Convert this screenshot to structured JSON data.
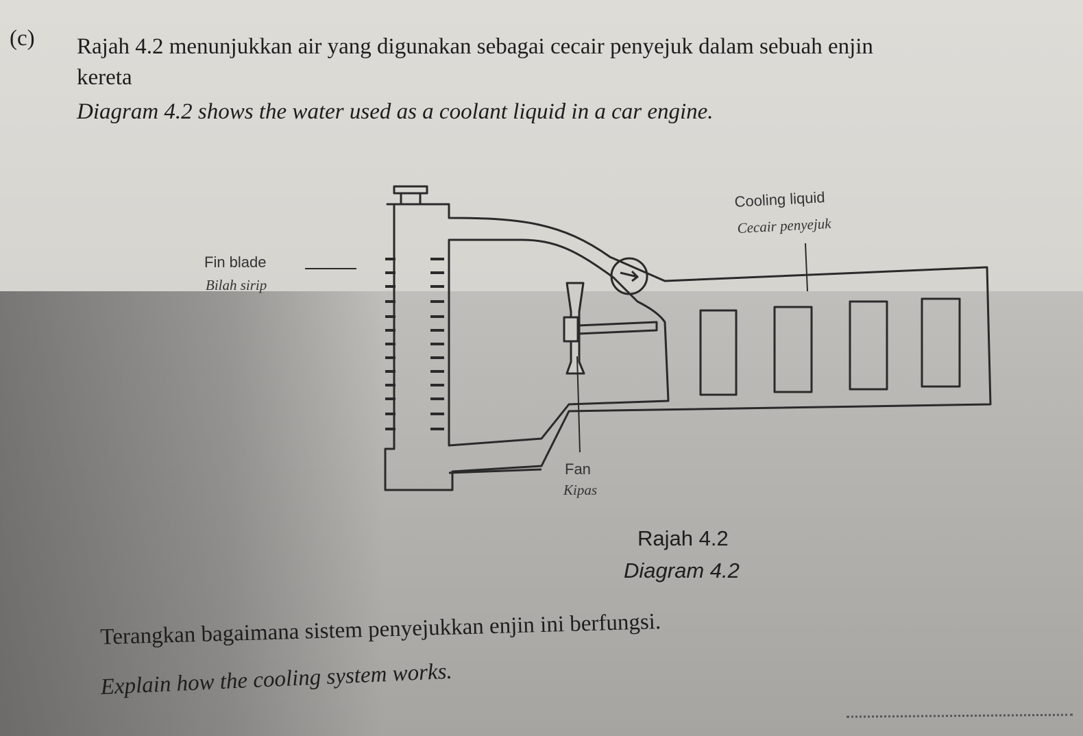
{
  "question": {
    "label": "(c)",
    "intro_ms_line1": "Rajah 4.2 menunjukkan air yang digunakan sebagai cecair penyejuk dalam sebuah enjin",
    "intro_ms_line2": "kereta",
    "intro_en": "Diagram 4.2 shows the water used as a coolant liquid in a car engine."
  },
  "diagram": {
    "labels": {
      "cooling_liquid_en": "Cooling liquid",
      "cooling_liquid_ms": "Cecair penyejuk",
      "fin_blade_en": "Fin blade",
      "fin_blade_ms": "Bilah sirip",
      "fan_en": "Fan",
      "fan_ms": "Kipas"
    },
    "caption_ms": "Rajah 4.2",
    "caption_en": "Diagram 4.2"
  },
  "task": {
    "instruction_ms": "Terangkan bagaimana sistem penyejukkan enjin ini berfungsi.",
    "instruction_en": "Explain how the cooling system works."
  }
}
